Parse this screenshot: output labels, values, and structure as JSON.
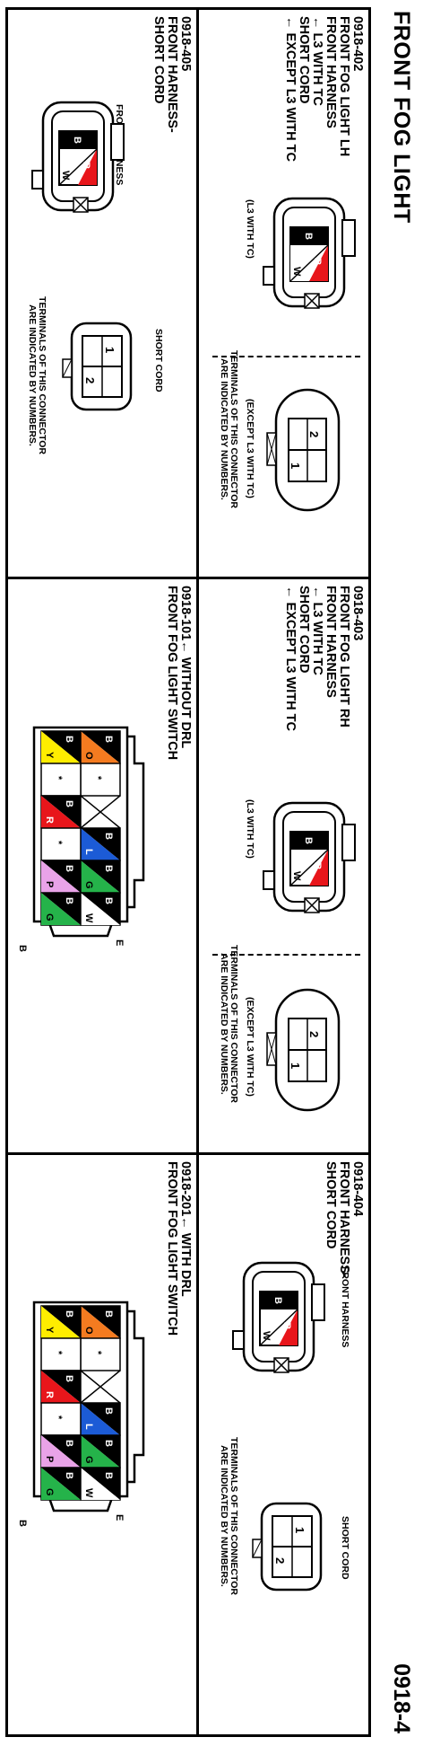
{
  "header": {
    "title": "FRONT FOG LIGHT",
    "page_code": "0918-4"
  },
  "panels": {
    "p402": {
      "code": "0918-402",
      "lines": [
        "FRONT FOG LIGHT LH",
        "FRONT HARNESS",
        "← L3 WITH TC",
        "SHORT CORD",
        "← EXCEPT L3 WITH TC"
      ],
      "sub_left": "(L3 WITH TC)",
      "sub_right": "(EXCEPT L3 WITH TC)",
      "note": "TERMINALS OF THIS CONNECTOR\nARE INDICATED BY NUMBERS.",
      "pins": [
        {
          "top": "B",
          "bottom": "R",
          "bottom_color": "#e8161b"
        },
        {
          "top": "",
          "bottom": "W",
          "bottom_color": "#ffffff"
        }
      ],
      "nums": [
        "2",
        "1"
      ]
    },
    "p405": {
      "code": "0918-405",
      "lines": [
        "FRONT HARNESS-",
        "SHORT CORD"
      ],
      "sub_left": "FRONT HARNESS",
      "sub_right": "SHORT CORD",
      "note": "TERMINALS OF THIS CONNECTOR\nARE INDICATED BY NUMBERS.",
      "nums": [
        "1",
        "2"
      ]
    },
    "p403": {
      "code": "0918-403",
      "lines": [
        "FRONT FOG LIGHT RH",
        "FRONT HARNESS",
        "← L3 WITH TC",
        "SHORT CORD",
        "← EXCEPT L3 WITH TC"
      ],
      "sub_left": "(L3 WITH TC)",
      "sub_right": "(EXCEPT L3 WITH TC)",
      "note": "TERMINALS OF THIS CONNECTOR\nARE INDICATED BY NUMBERS.",
      "nums": [
        "2",
        "1"
      ]
    },
    "p101": {
      "code": "0918-101← WITHOUT DRL",
      "lines": [
        "FRONT FOG LIGHT SWITCH"
      ],
      "label_e": "E",
      "label_b": "B"
    },
    "p404": {
      "code": "0918-404",
      "lines": [
        "FRONT HARNESS-",
        "SHORT CORD"
      ],
      "sub_left": "FRONT HARNESS",
      "sub_right": "SHORT CORD",
      "note": "TERMINALS OF THIS CONNECTOR\nARE INDICATED BY NUMBERS.",
      "nums": [
        "1",
        "2"
      ]
    },
    "p201": {
      "code": "0918-201← WITH DRL",
      "lines": [
        "FRONT FOG LIGHT SWITCH"
      ],
      "label_e": "E",
      "label_b": "B"
    }
  },
  "connector_small": {
    "top_label": "B",
    "mid_label": "R",
    "low_label": "W"
  },
  "switch101": {
    "top_row": [
      {
        "a": "B",
        "b": "O",
        "bc": "#f47b20"
      },
      {
        "a": "*",
        "b": "",
        "bc": "#ffffff"
      },
      {
        "a": "B",
        "b": "L",
        "bc": "#1c5bd6"
      },
      {
        "a": "B",
        "b": "G",
        "bc": "#25b34a"
      },
      {
        "a": "B",
        "b": "W",
        "bc": "#ffffff"
      }
    ],
    "bottom_row": [
      {
        "a": "B",
        "b": "Y",
        "bc": "#ffed00"
      },
      {
        "a": "*",
        "b": "",
        "bc": "#ffffff"
      },
      {
        "a": "B",
        "b": "R",
        "bc": "#e8161b"
      },
      {
        "a": "*",
        "b": "",
        "bc": "#ffffff"
      },
      {
        "a": "B",
        "b": "P",
        "bc": "#e9a3e8"
      },
      {
        "a": "B",
        "b": "G",
        "bc": "#25b34a"
      }
    ]
  },
  "switch201": {
    "top_row": [
      {
        "a": "B",
        "b": "O",
        "bc": "#f47b20"
      },
      {
        "a": "*",
        "b": "",
        "bc": "#ffffff"
      },
      {
        "a": "B",
        "b": "L",
        "bc": "#1c5bd6"
      },
      {
        "a": "B",
        "b": "G",
        "bc": "#25b34a"
      },
      {
        "a": "B",
        "b": "W",
        "bc": "#ffffff"
      }
    ],
    "bottom_row": [
      {
        "a": "B",
        "b": "Y",
        "bc": "#ffed00"
      },
      {
        "a": "*",
        "b": "",
        "bc": "#ffffff"
      },
      {
        "a": "B",
        "b": "R",
        "bc": "#e8161b"
      },
      {
        "a": "*",
        "b": "",
        "bc": "#ffffff"
      },
      {
        "a": "B",
        "b": "P",
        "bc": "#e9a3e8"
      },
      {
        "a": "B",
        "b": "G",
        "bc": "#25b34a"
      }
    ]
  }
}
